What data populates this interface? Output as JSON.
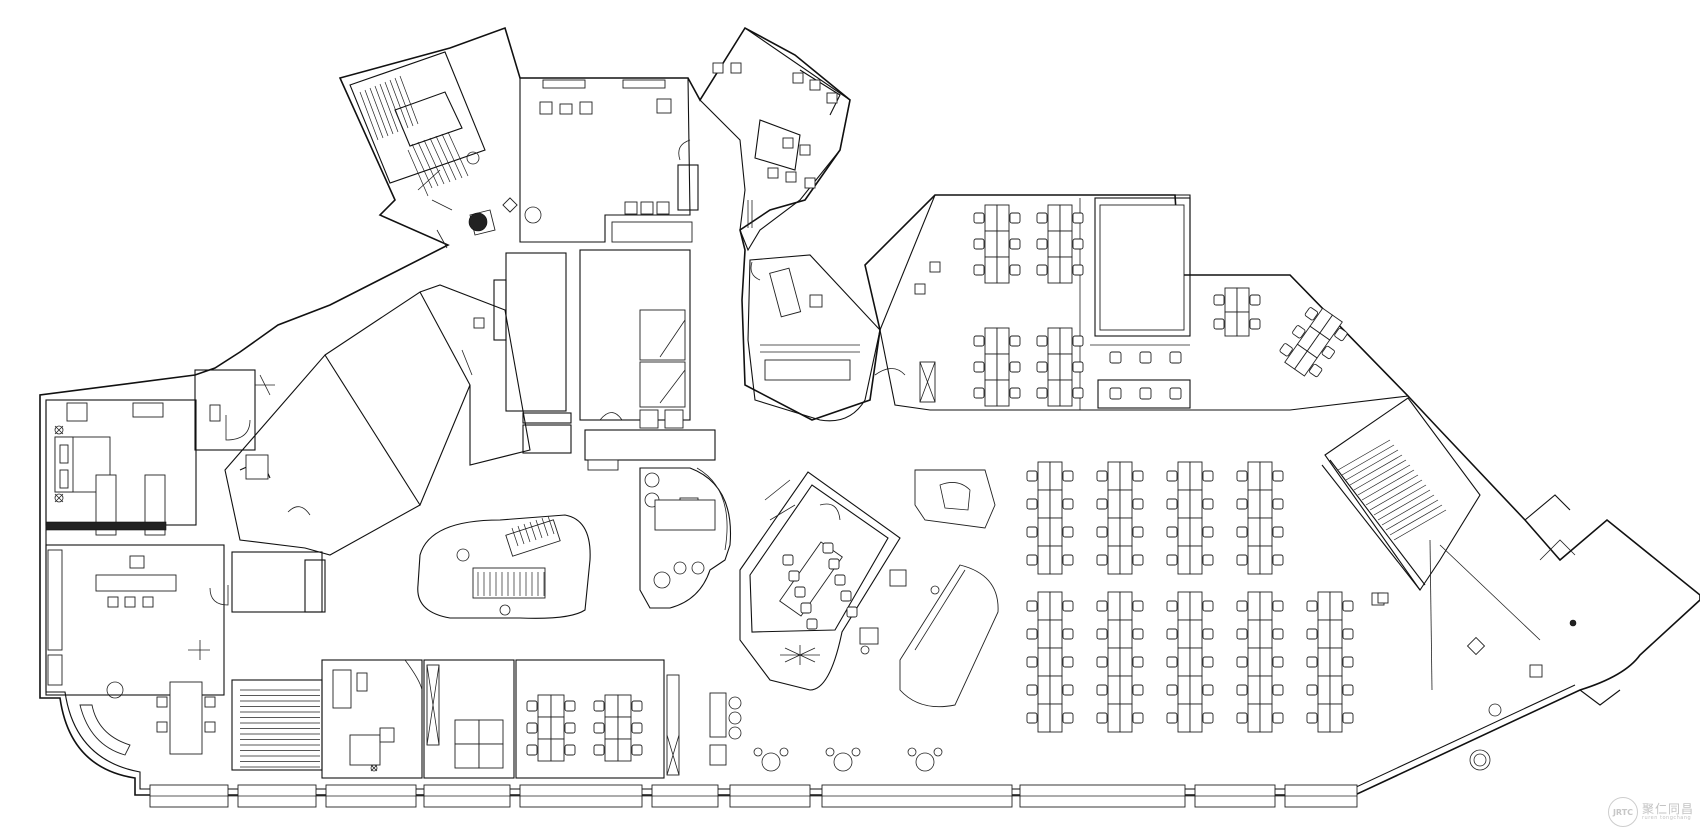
{
  "watermark": {
    "seal_text": "JRTC",
    "brand_cn": "聚仁同昌",
    "brand_en": "ruren tongchang"
  }
}
